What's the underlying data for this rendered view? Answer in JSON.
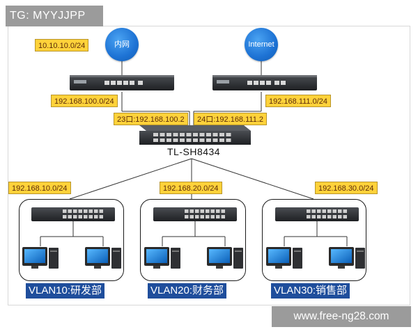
{
  "badge": {
    "text": "TG: MYYJJPP"
  },
  "watermark": {
    "text": "www.free-ng28.com"
  },
  "clouds": [
    {
      "id": "lan",
      "label": "内网",
      "icon": "cloud-globe-icon"
    },
    {
      "id": "internet",
      "label": "Internet",
      "icon": "cloud-globe-icon"
    }
  ],
  "labels": {
    "lan_subnet": "10.10.10.0/24",
    "router1_subnet": "192.168.100.0/24",
    "router2_subnet": "192.168.111.0/24",
    "port23": "23口:192.168.100.2",
    "port24": "24口:192.168.111.2",
    "vlan10_subnet": "192.168.10.0/24",
    "vlan20_subnet": "192.168.20.0/24",
    "vlan30_subnet": "192.168.30.0/24"
  },
  "core_switch": {
    "model": "TL-SH8434",
    "icon": "core-switch-icon"
  },
  "vlans": [
    {
      "id": "vlan10",
      "name": "VLAN10:研发部"
    },
    {
      "id": "vlan20",
      "name": "VLAN20:财务部"
    },
    {
      "id": "vlan30",
      "name": "VLAN30:销售部"
    }
  ],
  "colors": {
    "label_fill": "#ffd23a",
    "cloud_blue": "#1d72d4",
    "vlan_label_fill": "#1f4e9c",
    "device_dark": "#2b2d30"
  }
}
